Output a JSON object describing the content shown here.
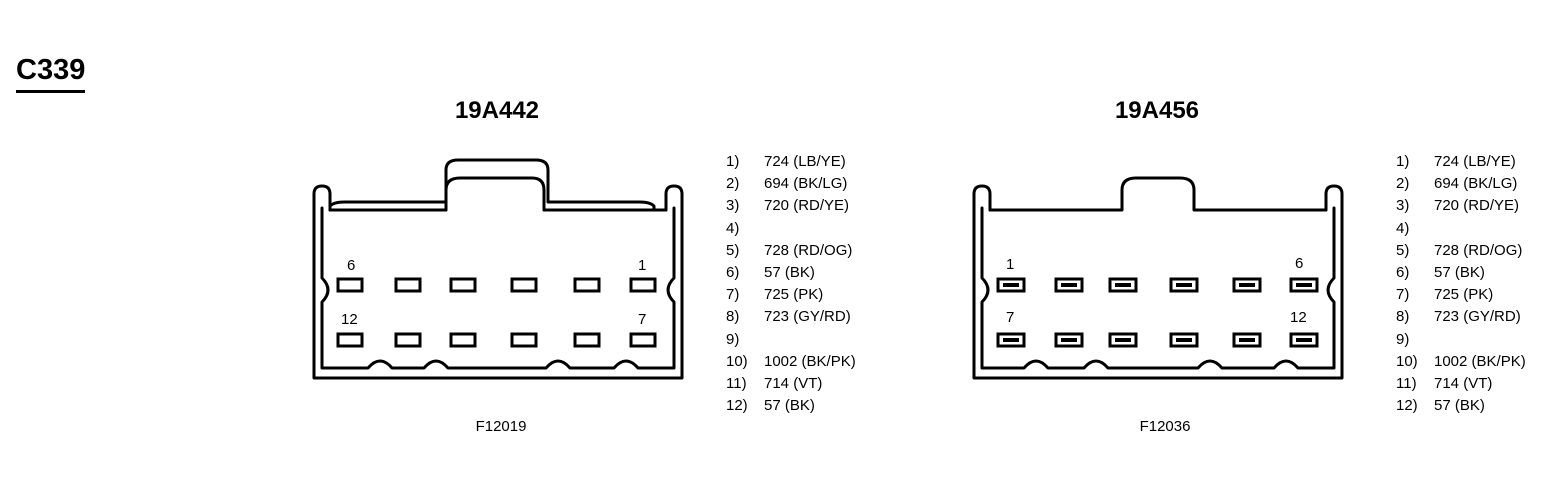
{
  "page": {
    "title": "C339"
  },
  "connectors": [
    {
      "part_number": "19A442",
      "figure_code": "F12019",
      "cavity_labels": {
        "top_left": "6",
        "top_right": "1",
        "bottom_left": "12",
        "bottom_right": "7"
      },
      "pins": [
        {
          "num": "1)",
          "circuit": "724 (LB/YE)"
        },
        {
          "num": "2)",
          "circuit": "694 (BK/LG)"
        },
        {
          "num": "3)",
          "circuit": "720 (RD/YE)"
        },
        {
          "num": "4)",
          "circuit": ""
        },
        {
          "num": "5)",
          "circuit": "728 (RD/OG)"
        },
        {
          "num": "6)",
          "circuit": "57 (BK)"
        },
        {
          "num": "7)",
          "circuit": "725 (PK)"
        },
        {
          "num": "8)",
          "circuit": "723 (GY/RD)"
        },
        {
          "num": "9)",
          "circuit": ""
        },
        {
          "num": "10)",
          "circuit": "1002 (BK/PK)"
        },
        {
          "num": "11)",
          "circuit": "714 (VT)"
        },
        {
          "num": "12)",
          "circuit": "57 (BK)"
        }
      ]
    },
    {
      "part_number": "19A456",
      "figure_code": "F12036",
      "cavity_labels": {
        "top_left": "1",
        "top_right": "6",
        "bottom_left": "7",
        "bottom_right": "12"
      },
      "pins": [
        {
          "num": "1)",
          "circuit": "724 (LB/YE)"
        },
        {
          "num": "2)",
          "circuit": "694 (BK/LG)"
        },
        {
          "num": "3)",
          "circuit": "720 (RD/YE)"
        },
        {
          "num": "4)",
          "circuit": ""
        },
        {
          "num": "5)",
          "circuit": "728 (RD/OG)"
        },
        {
          "num": "6)",
          "circuit": "57 (BK)"
        },
        {
          "num": "7)",
          "circuit": "725 (PK)"
        },
        {
          "num": "8)",
          "circuit": "723 (GY/RD)"
        },
        {
          "num": "9)",
          "circuit": ""
        },
        {
          "num": "10)",
          "circuit": "1002 (BK/PK)"
        },
        {
          "num": "11)",
          "circuit": "714 (VT)"
        },
        {
          "num": "12)",
          "circuit": "57 (BK)"
        }
      ]
    }
  ]
}
